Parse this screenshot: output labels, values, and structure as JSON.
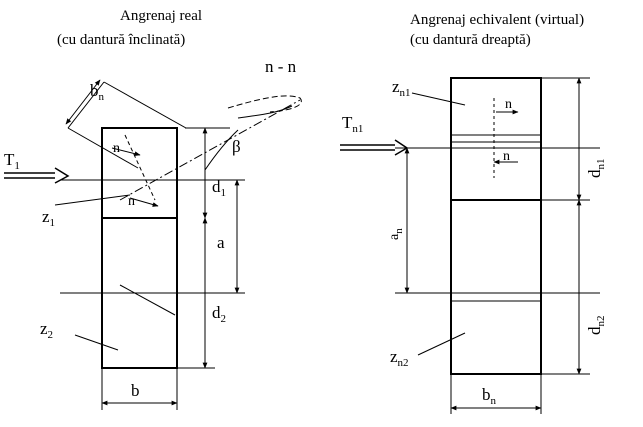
{
  "left": {
    "title": "Angrenaj real",
    "subtitle": "(cu dantură înclinată)",
    "labels": {
      "bn": "b",
      "bn_sub": "n",
      "nn": "n - n",
      "T": "T",
      "T_sub": "1",
      "n_upper": "n",
      "n_lower": "n",
      "beta": "β",
      "d1": "d",
      "d1_sub": "1",
      "z1": "z",
      "z1_sub": "1",
      "a": "a",
      "d2": "d",
      "d2_sub": "2",
      "z2": "z",
      "z2_sub": "2",
      "b": "b"
    }
  },
  "right": {
    "title": "Angrenaj echivalent (virtual)",
    "subtitle": "(cu dantură dreaptă)",
    "labels": {
      "zn1": "z",
      "zn1_sub": "n1",
      "Tn1": "T",
      "Tn1_sub": "n1",
      "n_upper": "n",
      "n_lower": "n",
      "dn1": "d",
      "dn1_sub": "n1",
      "an": "a",
      "an_sub": "n",
      "dn2": "d",
      "dn2_sub": "n2",
      "zn2": "z",
      "zn2_sub": "n2",
      "bn": "b",
      "bn_sub": "n"
    }
  }
}
